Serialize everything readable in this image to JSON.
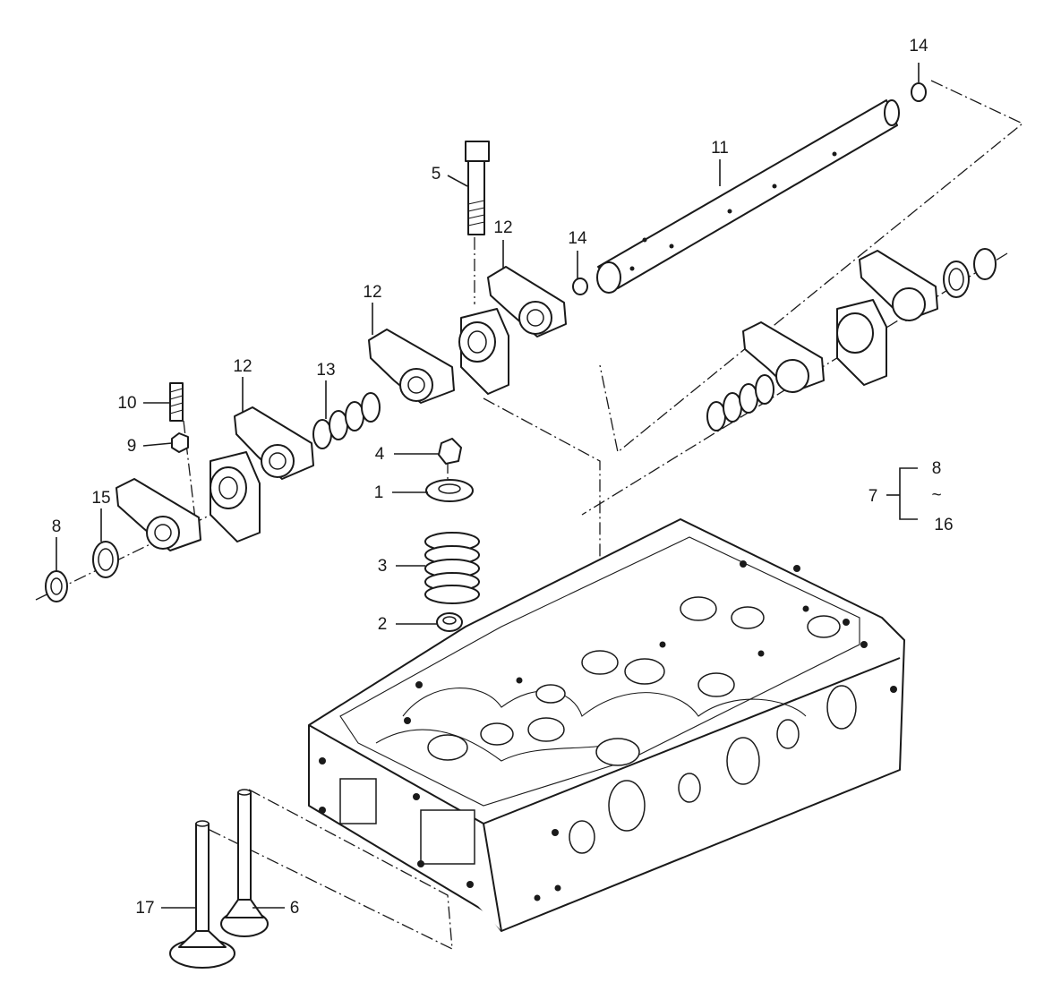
{
  "callouts": {
    "c1": "1",
    "c2": "2",
    "c3": "3",
    "c4": "4",
    "c5": "5",
    "c6": "6",
    "c7": "7",
    "c8a": "8",
    "c8b": "8",
    "c9": "9",
    "c10": "10",
    "c11": "11",
    "c12a": "12",
    "c12b": "12",
    "c12c": "12",
    "c13": "13",
    "c14a": "14",
    "c14b": "14",
    "c15": "15",
    "c16": "16",
    "c17": "17",
    "tilde": "~"
  },
  "colors": {
    "ink": "#1a1a1a",
    "paper": "#ffffff"
  }
}
